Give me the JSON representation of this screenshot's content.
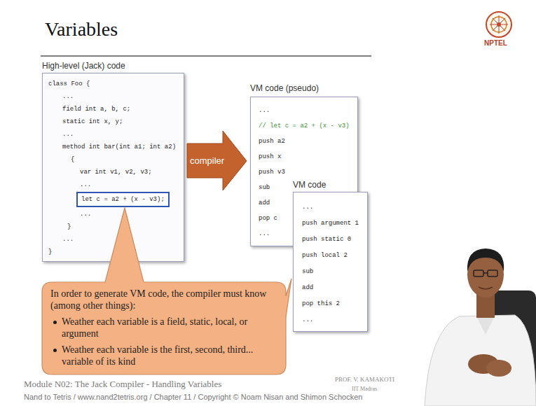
{
  "diagram": {
    "title": "Variables",
    "nodes": [
      {
        "text": [
          "High-level (Jack) code",
          "class Foo {",
          "...",
          "field int a, b, c;",
          "static int x, y;",
          "...",
          "method int bar(int a1; int a2)",
          "{",
          "var int v1, v2, v3;",
          "...",
          "...",
          "}",
          "...",
          "}"
        ]
      },
      {
        "text": [
          "let c = a2 + (x - v3);"
        ],
        "in": 0
      },
      {
        "text": [
          "compiler"
        ]
      },
      {
        "text": [
          "VM code (pseudo)",
          "...",
          "// let c = a2 + (x - v3)",
          "push a2",
          "push x",
          "push v3",
          "sub",
          "add",
          "pop c",
          "..."
        ]
      },
      {
        "text": [
          "VM code",
          "...",
          "push argument 1",
          "push static 0",
          "push local 2",
          "sub",
          "add",
          "pop this 2",
          "..."
        ]
      },
      {
        "text": [
          "In order to generate VM code, the compiler must know (among other things):",
          "Weather each variable is a field, static, local, or argument",
          "Weather each variable is the first, second, third... variable of its kind"
        ]
      }
    ],
    "labels": [
      "NPTEL",
      "Module N02: The Jack Compiler - Handling Variables",
      "PROF. V. KAMAKOTI",
      "IIT Madras",
      "Nand to Tetris / www.nand2tetris.org / Chapter 11 / Copyright © Noam Nisan and Shimon Schocken"
    ]
  }
}
